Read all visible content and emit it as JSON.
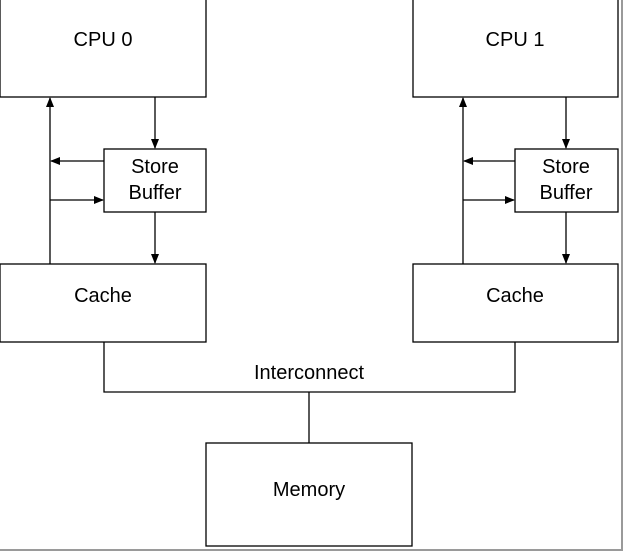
{
  "cpu0": {
    "label": "CPU 0"
  },
  "cpu1": {
    "label": "CPU 1"
  },
  "store_buffer0": {
    "line1": "Store",
    "line2": "Buffer"
  },
  "store_buffer1": {
    "line1": "Store",
    "line2": "Buffer"
  },
  "cache0": {
    "label": "Cache"
  },
  "cache1": {
    "label": "Cache"
  },
  "interconnect": {
    "label": "Interconnect"
  },
  "memory": {
    "label": "Memory"
  }
}
